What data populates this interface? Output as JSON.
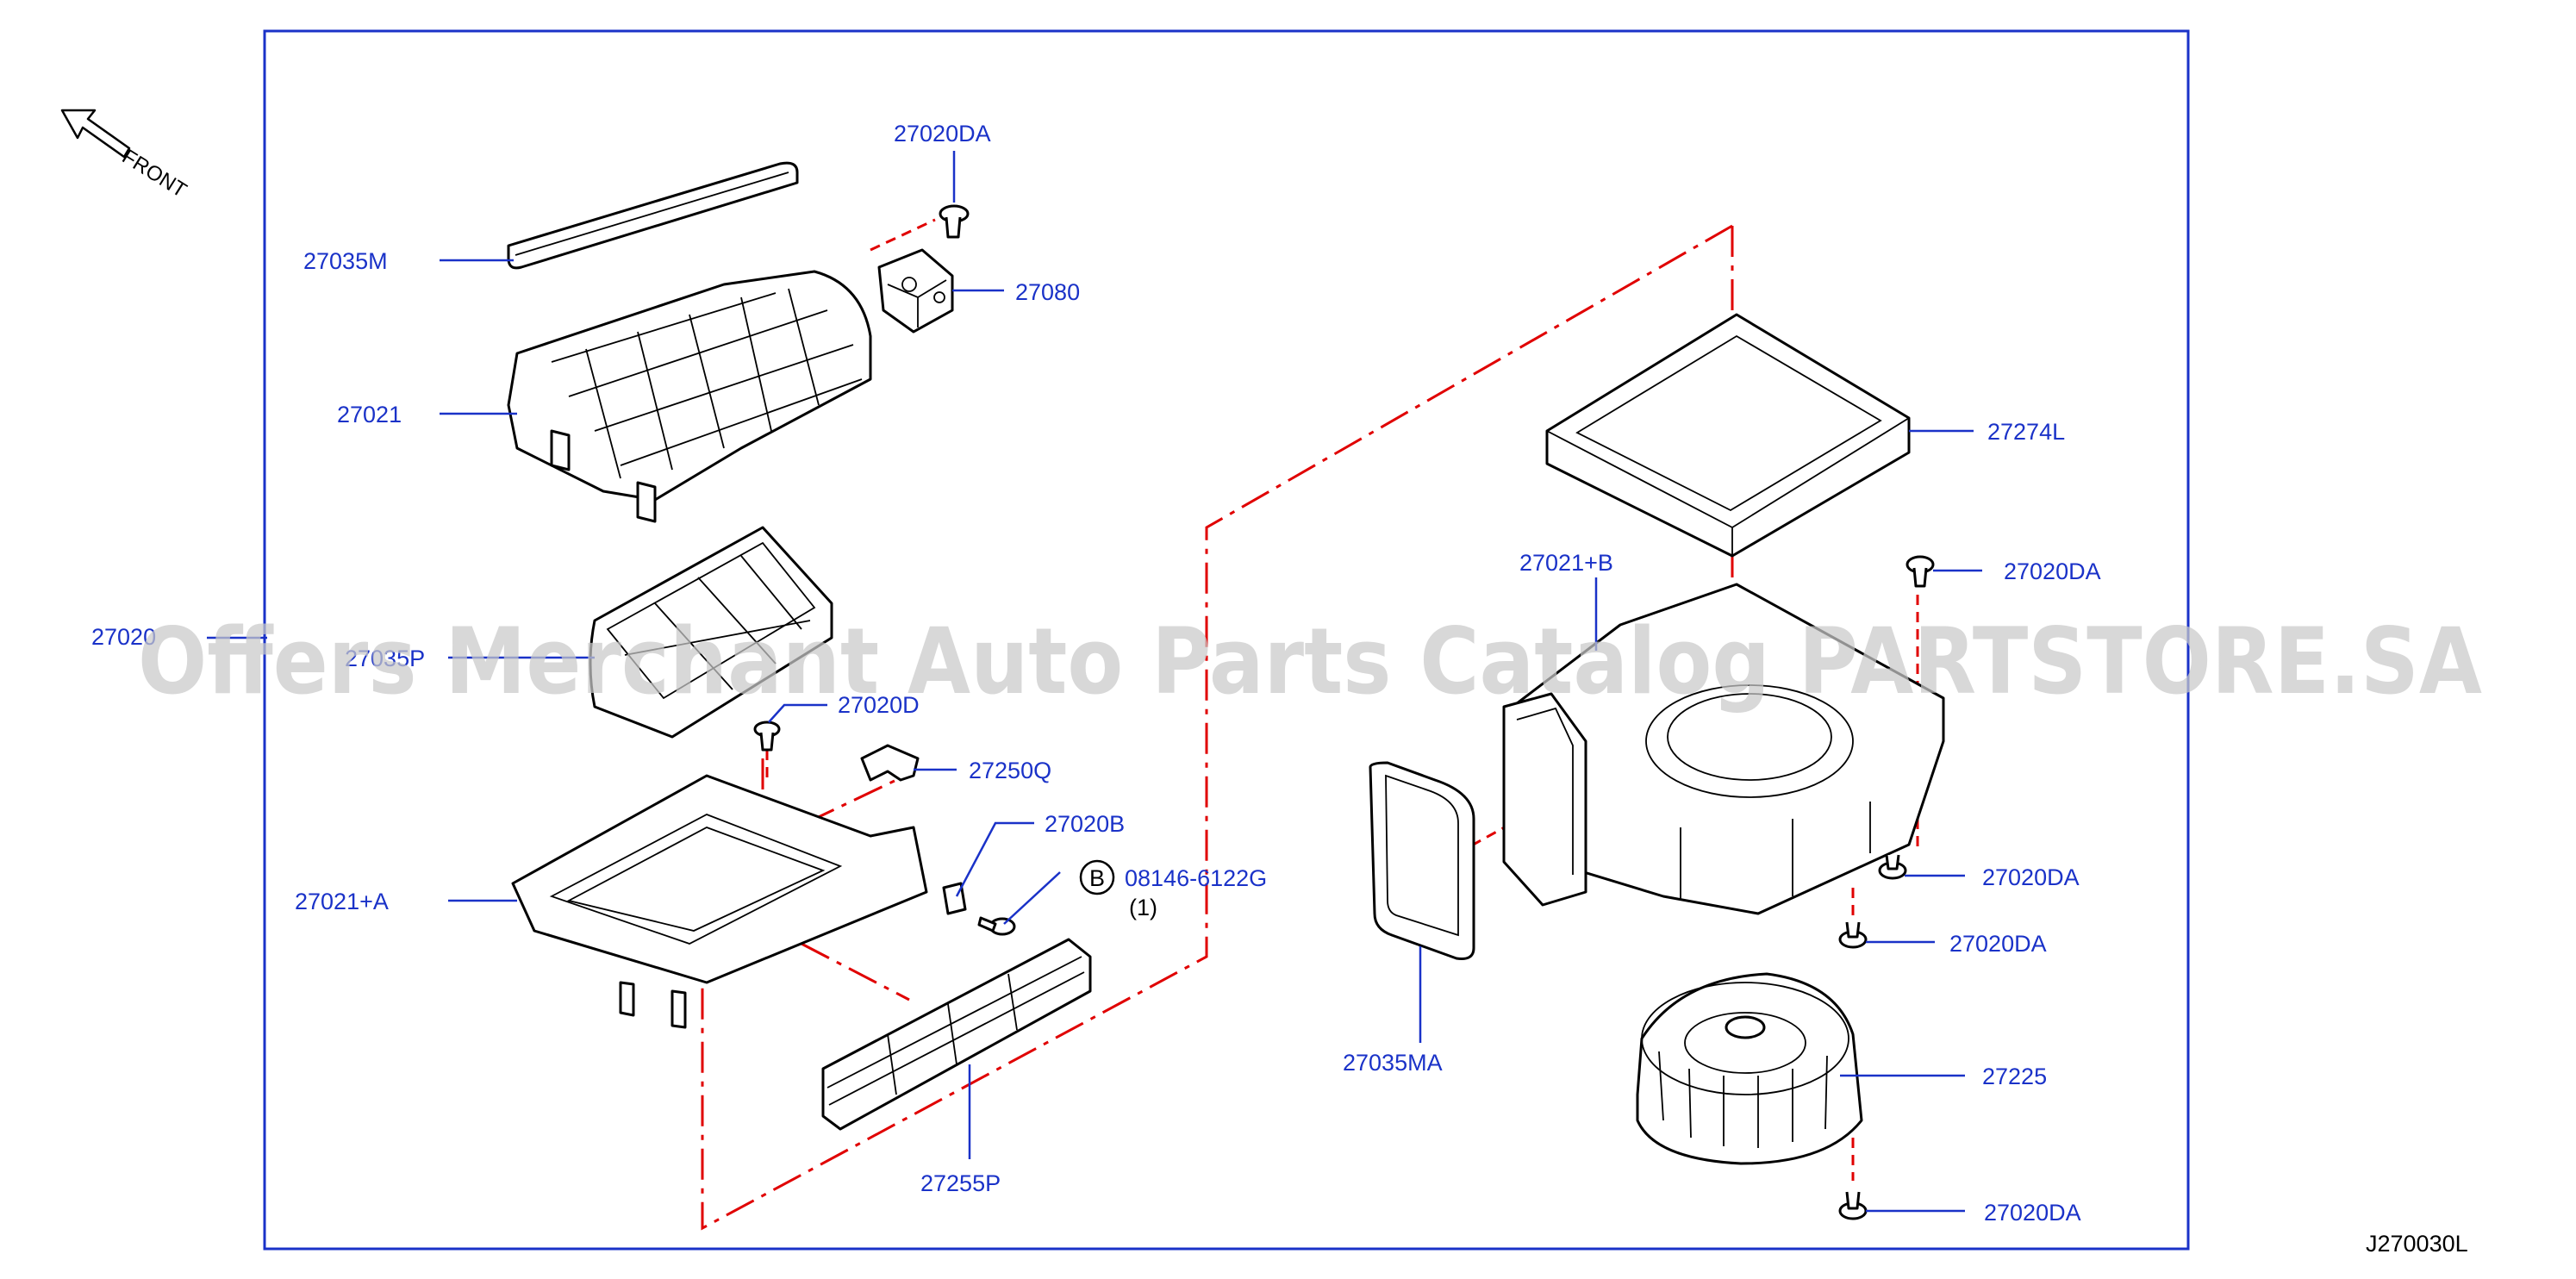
{
  "diagram_code": "J270030L",
  "front_label": "FRONT",
  "watermark": "Offers Merchant Auto Parts Catalog PARTSTORE.SA",
  "callouts": {
    "p27020": "27020",
    "p27020DA_top": "27020DA",
    "p27035M": "27035M",
    "p27080": "27080",
    "p27021": "27021",
    "p27035P": "27035P",
    "p27020D": "27020D",
    "p27250Q": "27250Q",
    "p27020B": "27020B",
    "bolt_code": "08146-6122G",
    "bolt_marker": "B",
    "bolt_qty": "(1)",
    "p27021A": "27021+A",
    "p27255P": "27255P",
    "p27274L": "27274L",
    "p27021B": "27021+B",
    "p27020DA_right1": "27020DA",
    "p27020DA_right2": "27020DA",
    "p27020DA_right3": "27020DA",
    "p27035MA": "27035MA",
    "p27225": "27225",
    "p27020DA_bottom": "27020DA"
  }
}
